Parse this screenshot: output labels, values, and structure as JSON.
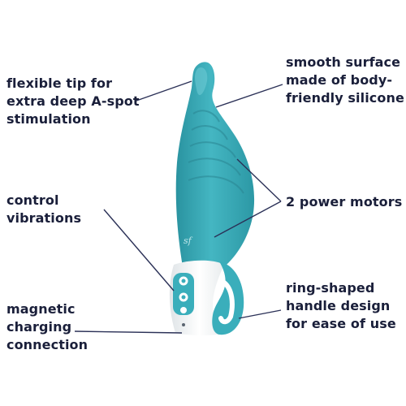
{
  "callouts": {
    "flexible_tip": {
      "lines": [
        "flexible tip for",
        "extra deep A-spot",
        "stimulation"
      ]
    },
    "smooth_surface": {
      "lines": [
        "smooth surface",
        "made of body-",
        "friendly silicone"
      ]
    },
    "control": {
      "lines": [
        "control",
        "vibrations"
      ]
    },
    "motors": {
      "lines": [
        "2 power motors"
      ]
    },
    "magnetic": {
      "lines": [
        "magnetic",
        "charging",
        "connection"
      ]
    },
    "ring_handle": {
      "lines": [
        "ring-shaped",
        "handle design",
        "for ease of use"
      ]
    }
  },
  "product": {
    "logo_text": "sf",
    "colors": {
      "body": "#3aaebb",
      "body_dark": "#2a8f9c",
      "body_light": "#6cc9d3",
      "handle": "#f4f6f7",
      "leader_line": "#2b3157",
      "text": "#1a1f3a"
    }
  }
}
